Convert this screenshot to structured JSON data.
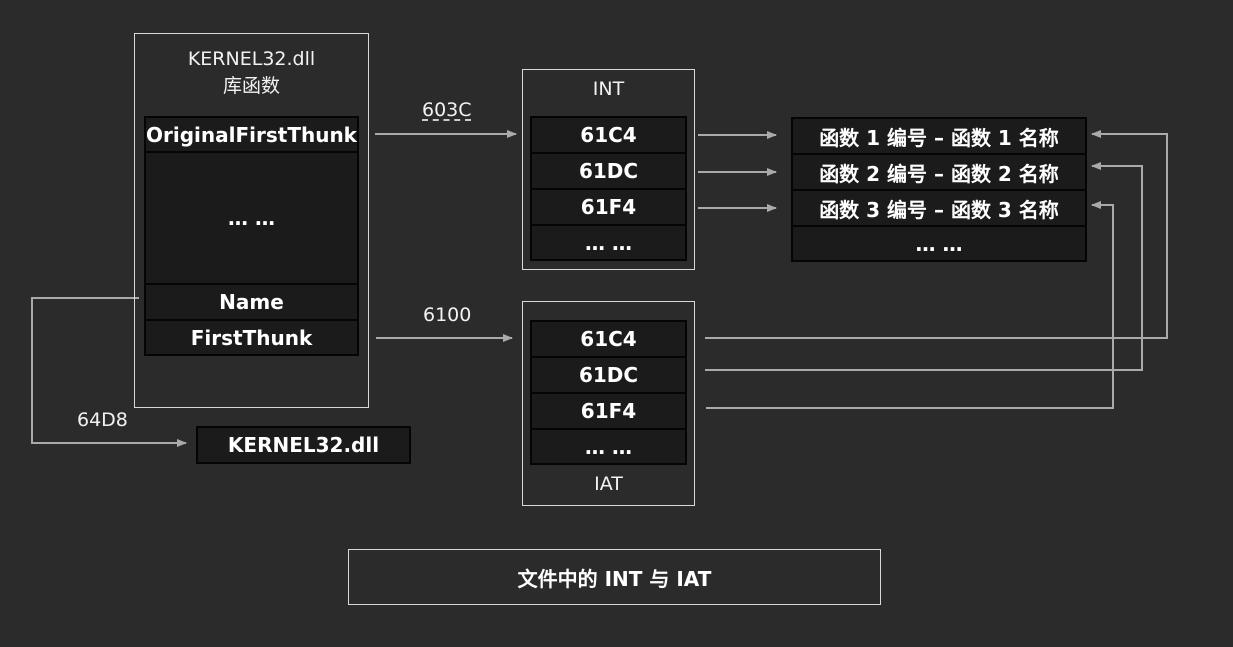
{
  "import_descriptor": {
    "title_line1": "KERNEL32.dll",
    "title_line2": "库函数",
    "cells": {
      "original_first_thunk": "OriginalFirstThunk",
      "ellipsis": "… …",
      "name": "Name",
      "first_thunk": "FirstThunk"
    }
  },
  "offsets": {
    "int_offset": "603C",
    "iat_offset": "6100",
    "name_offset": "64D8"
  },
  "dll_name_box": "KERNEL32.dll",
  "int_table": {
    "title": "INT",
    "entries": [
      "61C4",
      "61DC",
      "61F4",
      "… …"
    ]
  },
  "iat_table": {
    "title": "IAT",
    "entries": [
      "61C4",
      "61DC",
      "61F4",
      "… …"
    ]
  },
  "hint_name_table": {
    "entries": [
      "函数 1 编号 – 函数 1 名称",
      "函数 2 编号 – 函数 2 名称",
      "函数 3 编号 – 函数 3 名称",
      "… …"
    ]
  },
  "caption": "文件中的 INT 与 IAT",
  "colors": {
    "background": "#2b2b2b",
    "cell_fill": "#1b1b1b",
    "arrow": "#aaaaaa",
    "frame": "#d8d8d8"
  }
}
